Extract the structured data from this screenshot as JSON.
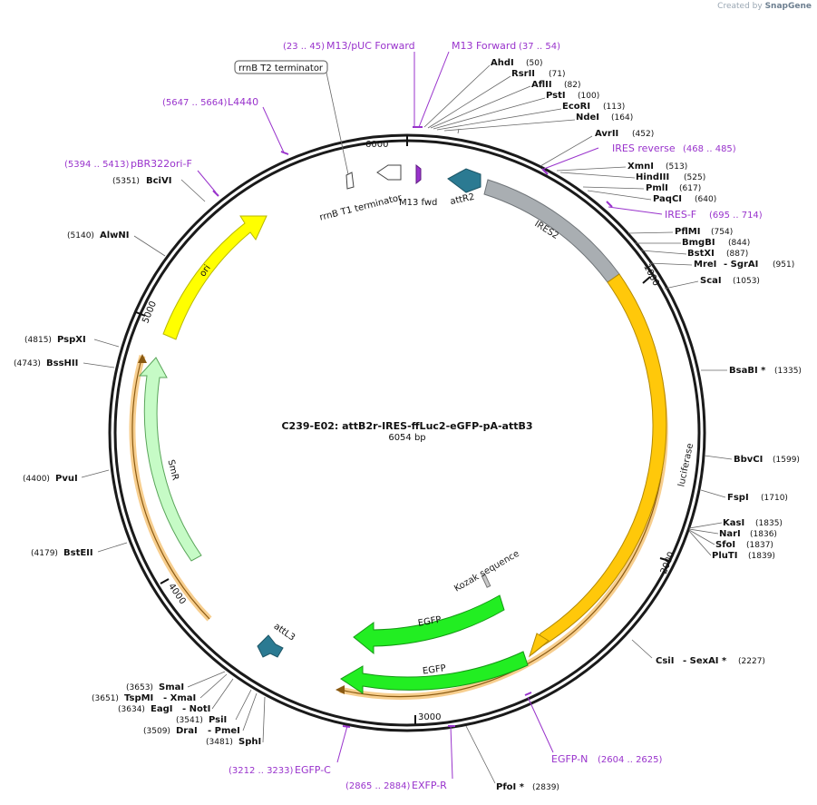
{
  "watermark": {
    "created_by": "Created by",
    "brand": "SnapGene"
  },
  "plasmid": {
    "name": "C239-E02: attB2r-IRES-ffLuc2-eGFP-pA-attB3",
    "length": "6054 bp"
  },
  "ticks": [
    "1000",
    "2000",
    "3000",
    "4000",
    "5000",
    "6000"
  ],
  "features": {
    "ires2": "IRES2",
    "luciferase": "luciferase",
    "egfp": "EGFP",
    "kozak": "Kozak sequence",
    "attL3": "attL3",
    "smr": "SmR",
    "ori": "ori",
    "attR2": "attR2",
    "m13fwd": "M13 fwd",
    "rrnbT1": "rrnB T1 terminator",
    "rrnbT2": "rrnB T2 terminator"
  },
  "primers": [
    {
      "range": "(23 .. 45)",
      "name": "M13/pUC Forward"
    },
    {
      "name": "M13 Forward",
      "range": "(37 .. 54)"
    },
    {
      "name": "IRES reverse",
      "range": "(468 .. 485)"
    },
    {
      "name": "IRES-F",
      "range": "(695 .. 714)"
    },
    {
      "range": "(5647 .. 5664)",
      "name": "L4440"
    },
    {
      "range": "(5394 .. 5413)",
      "name": "pBR322ori-F"
    },
    {
      "name": "EGFP-N",
      "range": "(2604 .. 2625)"
    },
    {
      "range": "(2865 .. 2884)",
      "name": "EXFP-R"
    },
    {
      "range": "(3212 .. 3233)",
      "name": "EGFP-C"
    }
  ],
  "sites_right": [
    {
      "name": "AhdI",
      "pos": "(50)"
    },
    {
      "name": "RsrII",
      "pos": "(71)"
    },
    {
      "name": "AflII",
      "pos": "(82)"
    },
    {
      "name": "PstI",
      "pos": "(100)"
    },
    {
      "name": "EcoRI",
      "pos": "(113)"
    },
    {
      "name": "NdeI",
      "pos": "(164)"
    },
    {
      "name": "AvrII",
      "pos": "(452)"
    },
    {
      "name": "XmnI",
      "pos": "(513)"
    },
    {
      "name": "HindIII",
      "pos": "(525)"
    },
    {
      "name": "PmlI",
      "pos": "(617)"
    },
    {
      "name": "PaqCI",
      "pos": "(640)"
    },
    {
      "name": "PflMI",
      "pos": "(754)"
    },
    {
      "name": "BmgBI",
      "pos": "(844)"
    },
    {
      "name": "BstXI",
      "pos": "(887)"
    },
    {
      "name": "MreI",
      "extra": "- SgrAI",
      "pos": "(951)"
    },
    {
      "name": "ScaI",
      "pos": "(1053)"
    },
    {
      "name": "BsaBI *",
      "pos": "(1335)"
    },
    {
      "name": "BbvCI",
      "pos": "(1599)"
    },
    {
      "name": "FspI",
      "pos": "(1710)"
    },
    {
      "name": "KasI",
      "pos": "(1835)"
    },
    {
      "name": "NarI",
      "pos": "(1836)"
    },
    {
      "name": "SfoI",
      "pos": "(1837)"
    },
    {
      "name": "PluTI",
      "pos": "(1839)"
    },
    {
      "name": "CsiI",
      "extra": "- SexAI *",
      "pos": "(2227)"
    },
    {
      "name": "PfoI *",
      "pos": "(2839)"
    }
  ],
  "sites_left": [
    {
      "pos": "(5351)",
      "name": "BciVI"
    },
    {
      "pos": "(5140)",
      "name": "AlwNI"
    },
    {
      "pos": "(4815)",
      "name": "PspXI"
    },
    {
      "pos": "(4743)",
      "name": "BssHII"
    },
    {
      "pos": "(4400)",
      "name": "PvuI"
    },
    {
      "pos": "(4179)",
      "name": "BstEII"
    },
    {
      "pos": "(3653)",
      "name": "SmaI"
    },
    {
      "pos": "(3651)",
      "name": "TspMI",
      "extra": "- XmaI"
    },
    {
      "pos": "(3634)",
      "name": "EagI",
      "extra": "- NotI"
    },
    {
      "pos": "(3541)",
      "name": "PsiI"
    },
    {
      "pos": "(3509)",
      "name": "DraI",
      "extra": "- PmeI"
    },
    {
      "pos": "(3481)",
      "name": "SphI"
    }
  ]
}
